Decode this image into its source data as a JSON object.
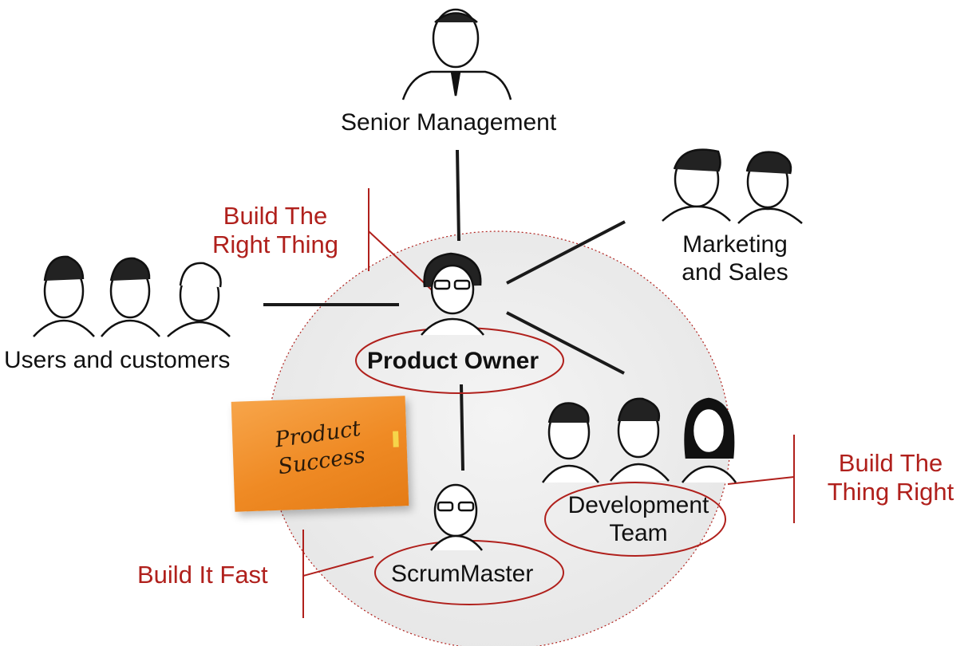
{
  "nodes": {
    "senior_management": "Senior Management",
    "marketing_sales": [
      "Marketing",
      "and Sales"
    ],
    "users_customers": "Users and customers",
    "product_owner": "Product Owner",
    "development_team": [
      "Development",
      "Team"
    ],
    "scrum_master": "ScrumMaster"
  },
  "goals": {
    "right_thing": [
      "Build The",
      "Right Thing"
    ],
    "thing_right": [
      "Build The",
      "Thing Right"
    ],
    "fast": "Build It Fast"
  },
  "sticky_note": [
    "Product",
    "Success"
  ],
  "colors": {
    "accent_red": "#b0201c",
    "line": "#1a1a1a",
    "circle_fill": "#efefef",
    "sticky": "#ef8a24"
  }
}
